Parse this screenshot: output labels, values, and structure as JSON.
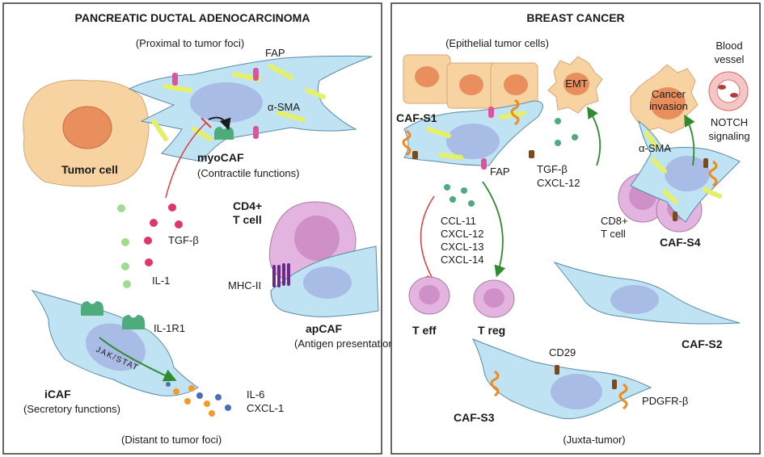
{
  "colors": {
    "caf_fill": "#bfe3f2",
    "caf_stroke": "#5a8aa8",
    "nucleus_fill": "#a9bce6",
    "tumor_fill": "#f8d3a2",
    "tumor_nucleus": "#e98f5e",
    "t_cell_fill": "#e3b4df",
    "fap_pink": "#e0529c",
    "alpha_sma_yellow": "#e4f06a",
    "il1r1_green": "#4dab7c",
    "arrow_green": "#2e8b2e",
    "inhibit_red": "#e23a3a",
    "tgfb_dots": "#e0366e",
    "il1_dots": "#9fdc8f",
    "cd29_brown": "#7a4a1e",
    "pdgfrb_orange": "#f08a19",
    "mhc_purple": "#6a2a8a"
  },
  "left_panel": {
    "title": "PANCREATIC DUCTAL ADENOCARCINOMA",
    "proximal": "(Proximal to tumor foci)",
    "distant": "(Distant to tumor foci)",
    "fap": "FAP",
    "alpha_sma": "α-SMA",
    "myocaf": "myoCAF",
    "myocaf_desc": "(Contractile functions)",
    "tumor_cell": "Tumor cell",
    "tgfb": "TGF-β",
    "il1": "IL-1",
    "cd4_line1": "CD4+",
    "cd4_line2": "T cell",
    "mhc2": "MHC-II",
    "apcaf": "apCAF",
    "apcaf_desc": "(Antigen presentation)",
    "il1r1": "IL-1R1",
    "jak_stat": "JAK/STAT",
    "icaf": "iCAF",
    "icaf_desc": "(Secretory functions)",
    "il6": "IL-6",
    "cxcl1": "CXCL-1"
  },
  "right_panel": {
    "title": "BREAST CANCER",
    "epithelial": "(Epithelial tumor cells)",
    "emt": "EMT",
    "cancer_invasion_1": "Cancer",
    "cancer_invasion_2": "invasion",
    "blood_vessel_1": "Blood",
    "blood_vessel_2": "vessel",
    "notch_1": "NOTCH",
    "notch_2": "signaling",
    "caf_s1": "CAF-S1",
    "fap": "FAP",
    "tgfb": "TGF-β",
    "cxcl12": "CXCL-12",
    "alpha_sma": "α-SMA",
    "cd8_line1": "CD8+",
    "cd8_line2": "T cell",
    "caf_s4": "CAF-S4",
    "cytokines": [
      "CCL-11",
      "CXCL-12",
      "CXCL-13",
      "CXCL-14"
    ],
    "t_eff": "T eff",
    "t_reg": "T reg",
    "caf_s2": "CAF-S2",
    "cd29": "CD29",
    "pdgfrb": "PDGFR-β",
    "caf_s3": "CAF-S3",
    "juxta": "(Juxta-tumor)"
  }
}
